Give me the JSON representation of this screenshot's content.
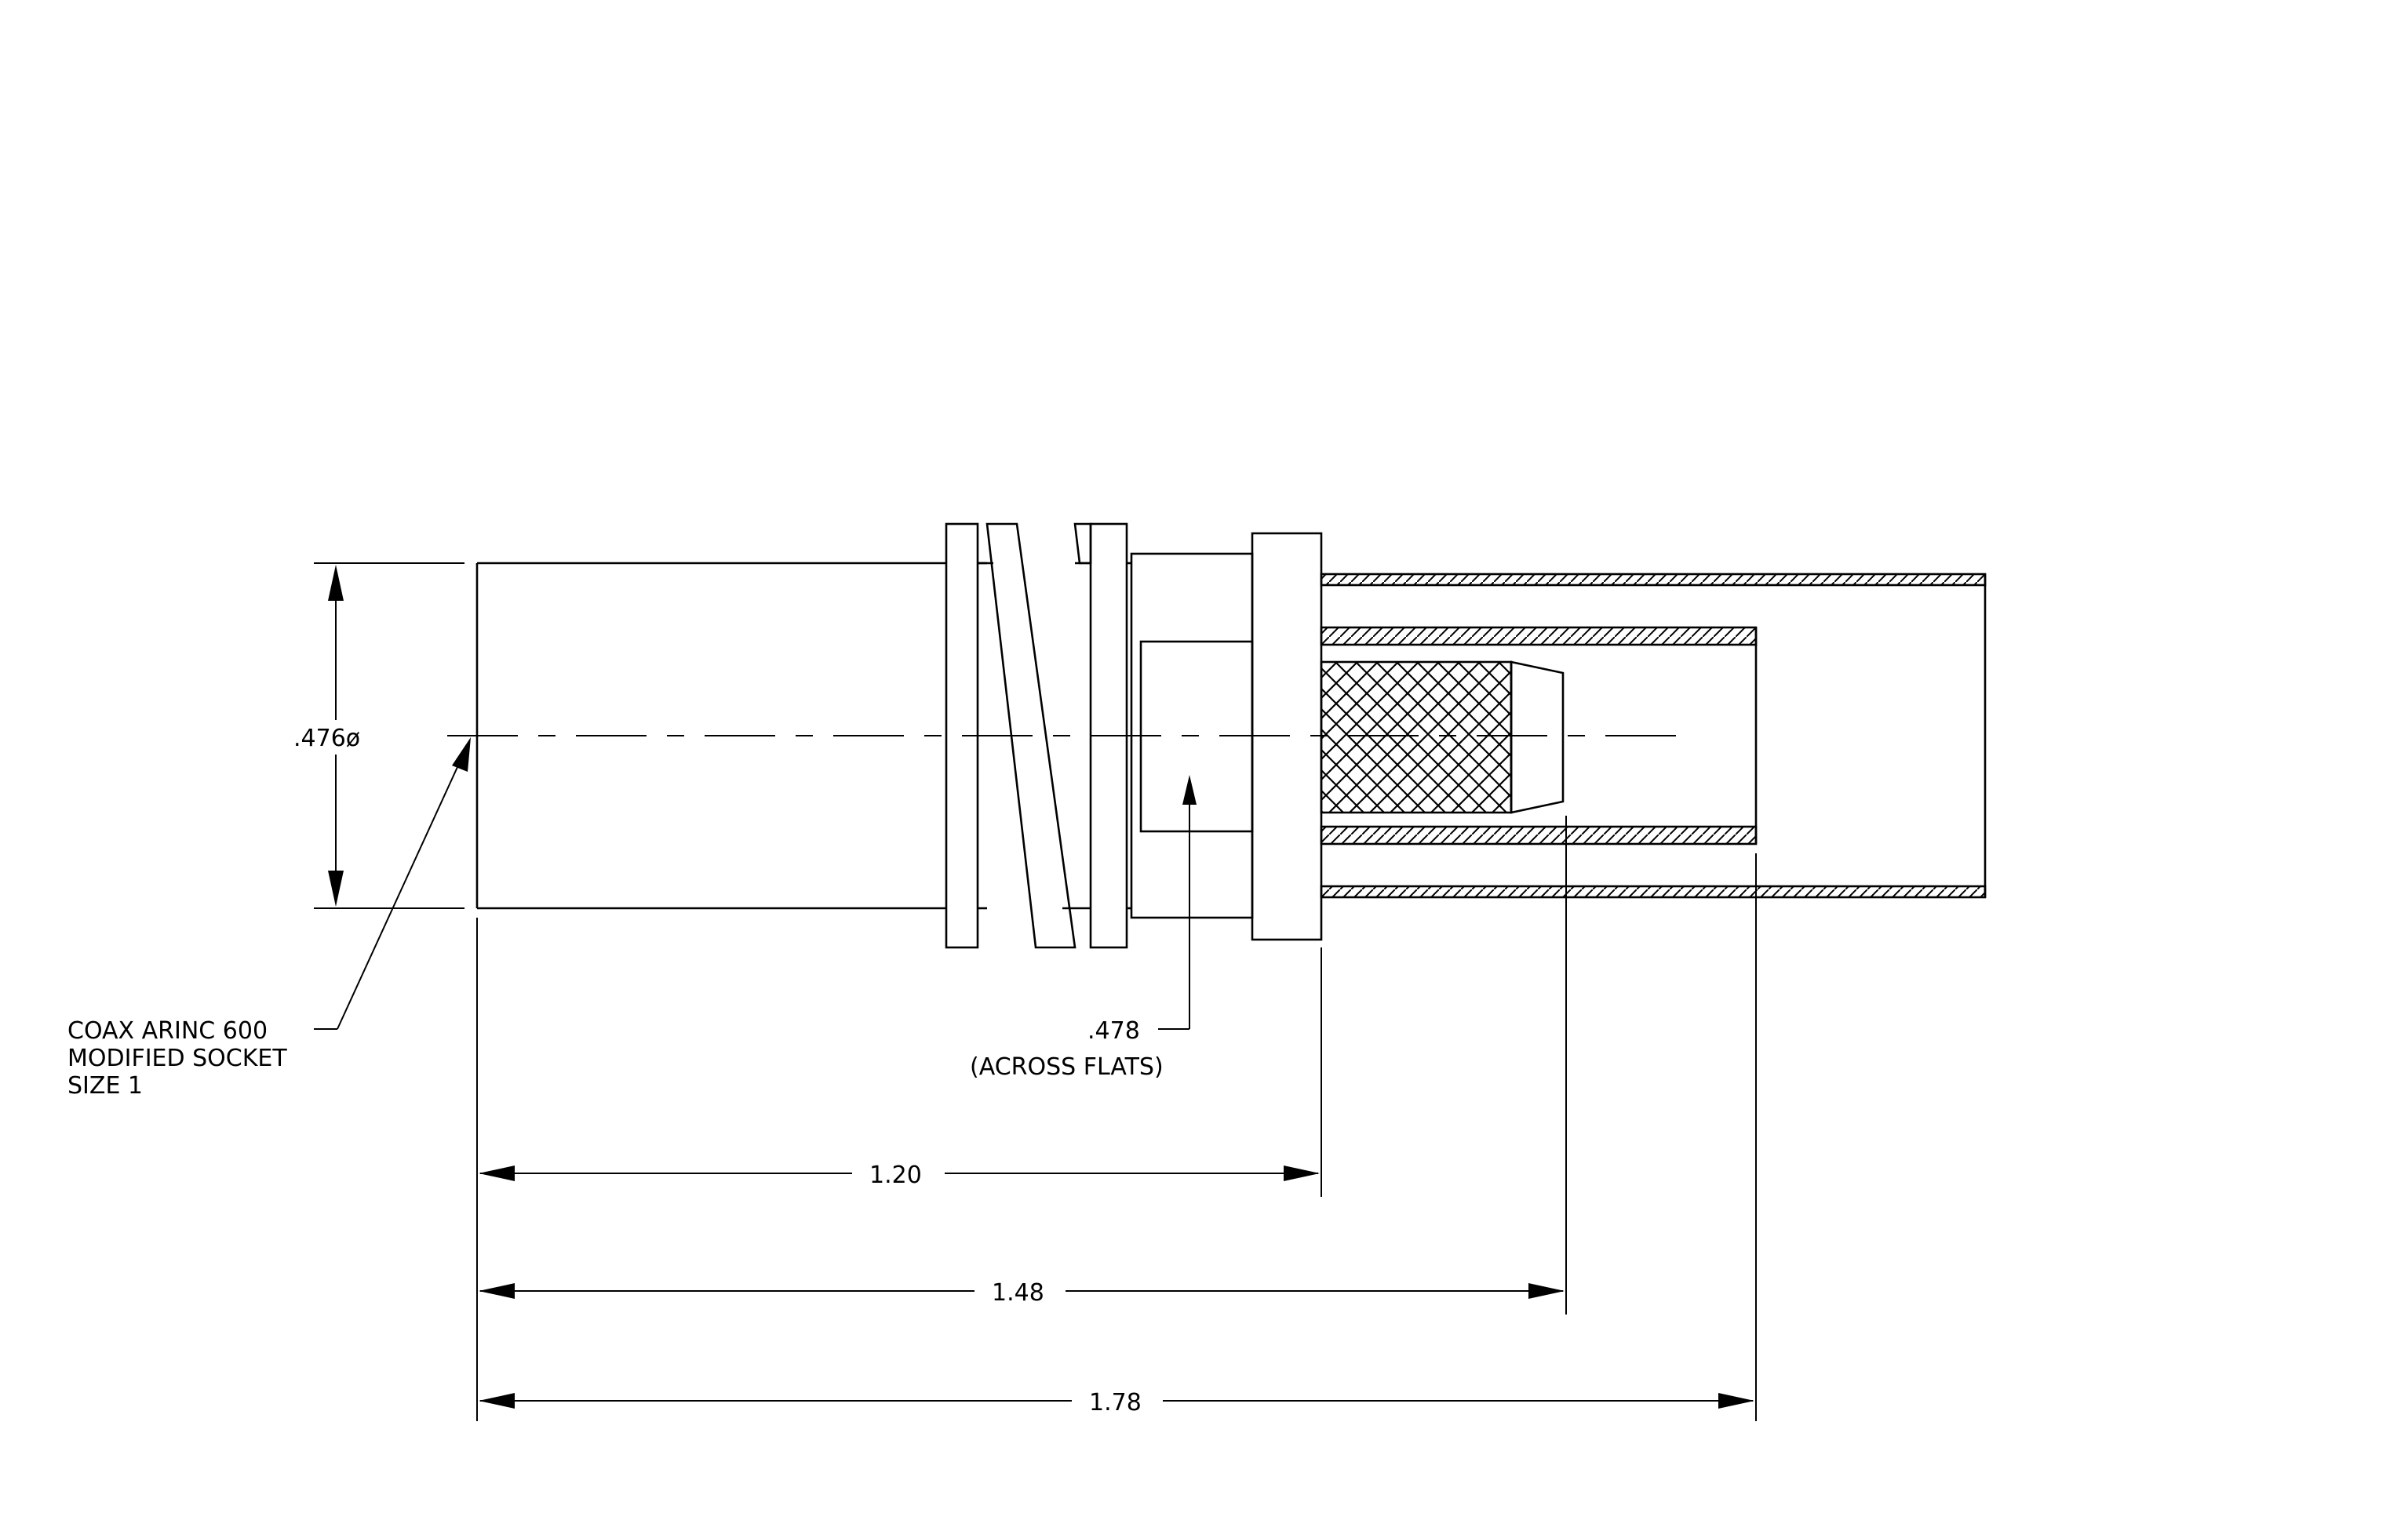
{
  "dimensions": {
    "diameter": ".476ø",
    "across_flats_value": ".478",
    "across_flats_note": "(ACROSS FLATS)",
    "len_1": "1.20",
    "len_2": "1.48",
    "len_3": "1.78"
  },
  "callout": {
    "line1": "COAX ARINC 600",
    "line2": "MODIFIED SOCKET",
    "line3": "SIZE 1"
  }
}
